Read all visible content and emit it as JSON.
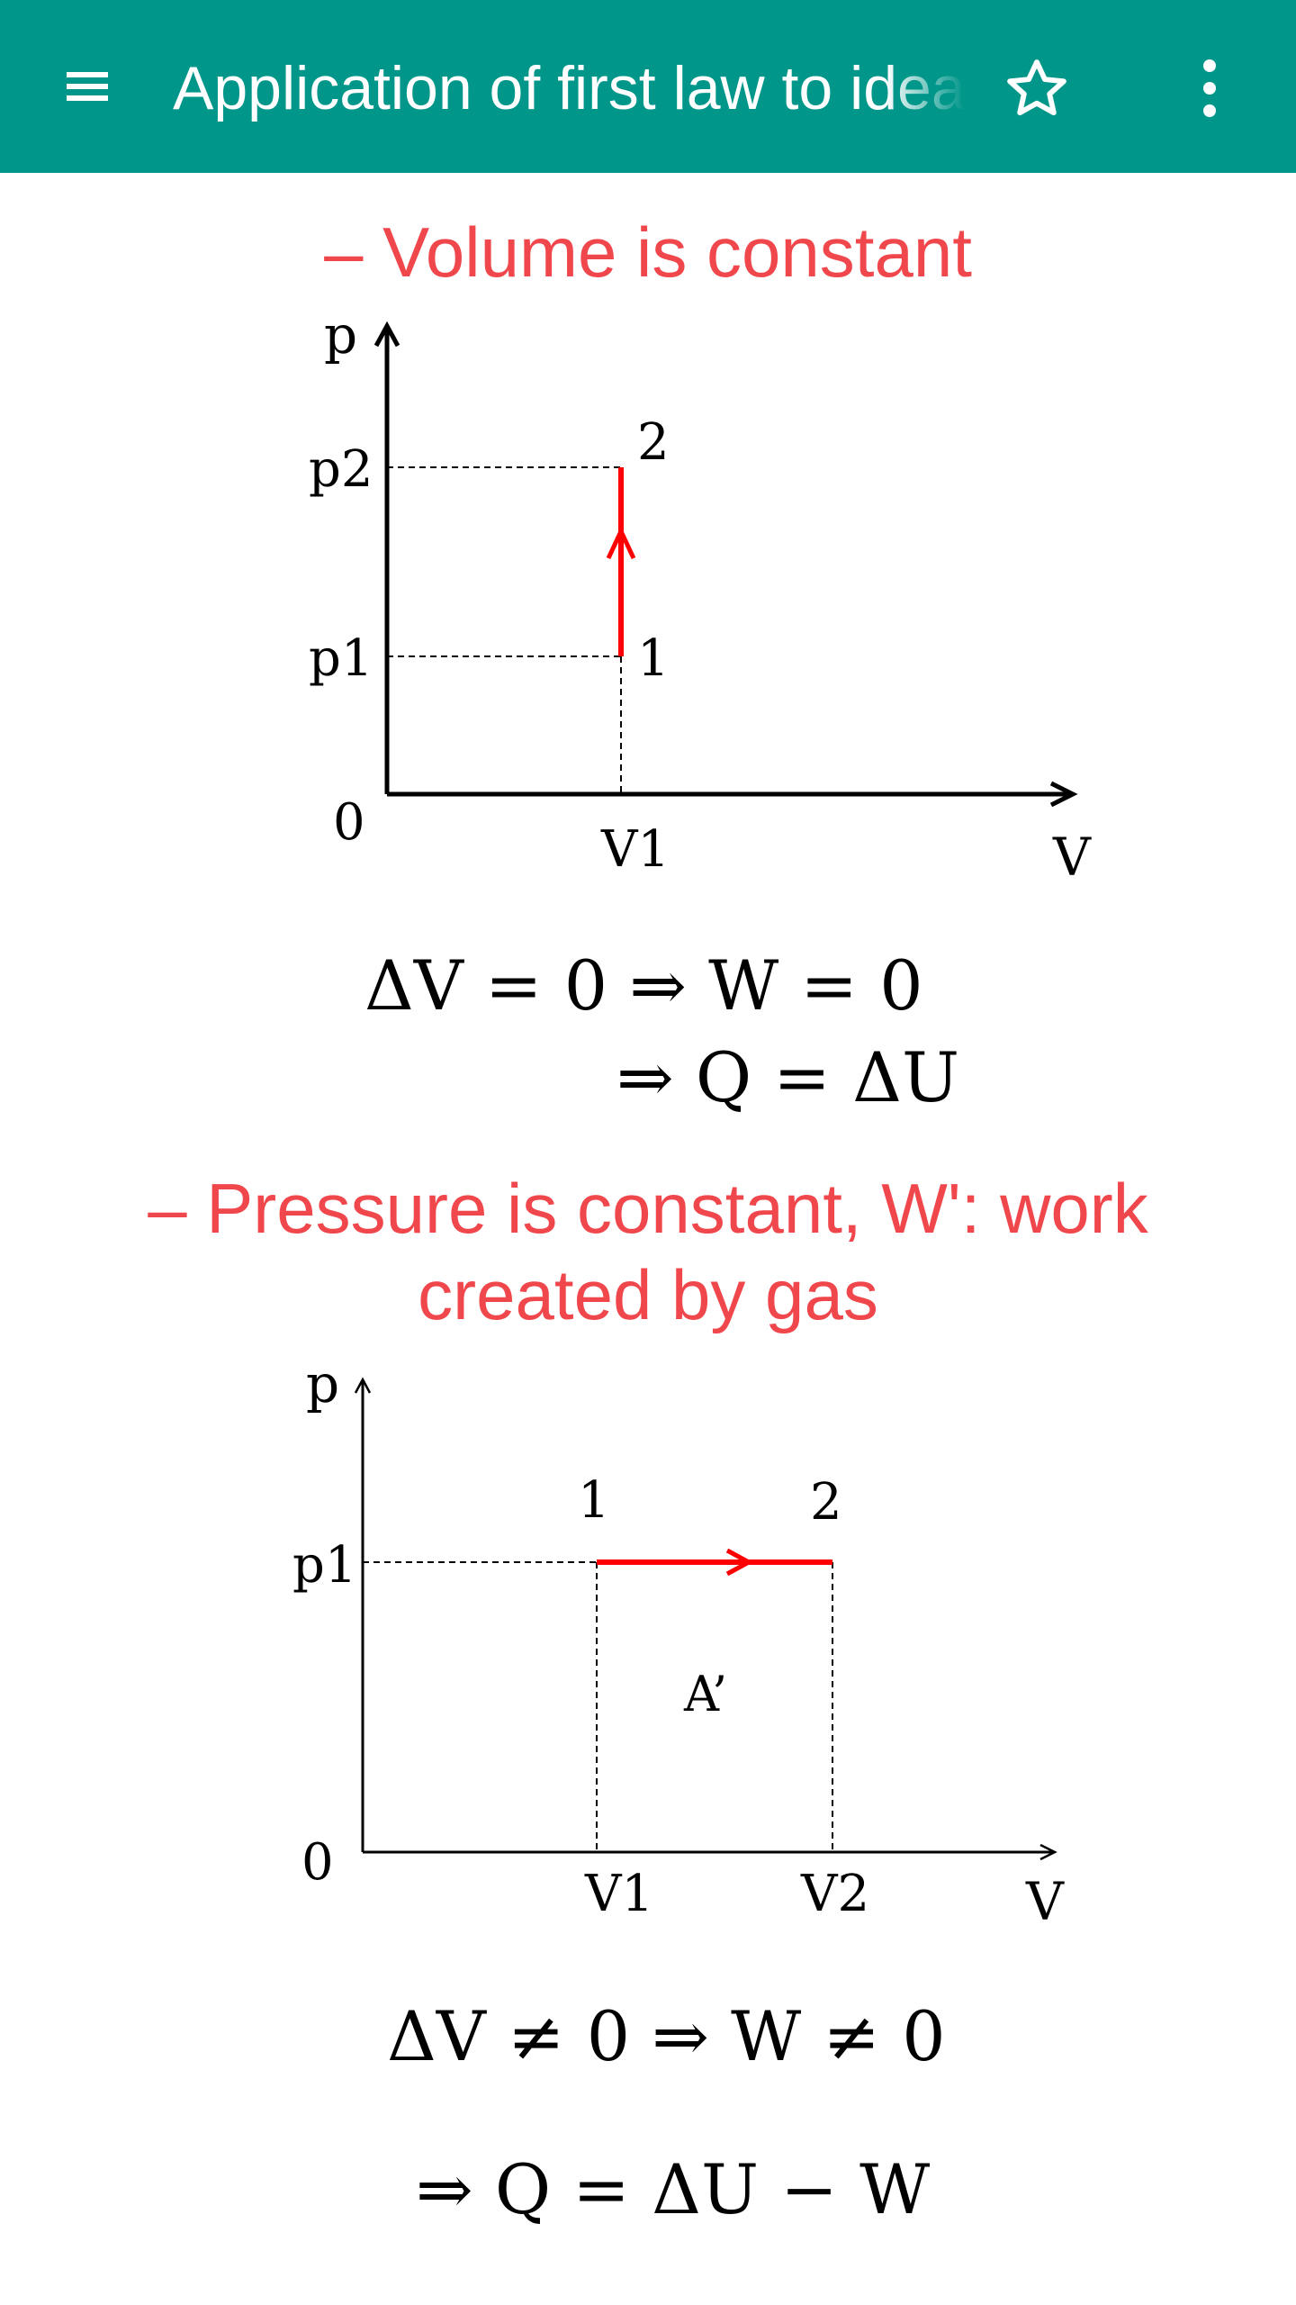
{
  "toolbar": {
    "title": "Application of first law to ideal gas",
    "menu_icon": "hamburger-menu-icon",
    "bookmark_icon": "star-outline-icon",
    "overflow_icon": "more-vert-icon",
    "background_color": "#00968A"
  },
  "sections": [
    {
      "heading": "– Volume is constant",
      "diagram": {
        "y_axis_label": "p",
        "x_axis_label": "V",
        "origin_label": "0",
        "pressure_labels": [
          "p2",
          "p1"
        ],
        "volume_labels": [
          "V1"
        ],
        "point_labels": [
          "2",
          "1"
        ]
      },
      "equations": [
        "ΔV = 0 ⇒ W = 0",
        "⇒ Q = ΔU"
      ]
    },
    {
      "heading": "– Pressure is constant, W': work created by gas",
      "diagram": {
        "y_axis_label": "p",
        "x_axis_label": "V",
        "origin_label": "0",
        "pressure_labels": [
          "p1"
        ],
        "volume_labels": [
          "V1",
          "V2"
        ],
        "point_labels": [
          "1",
          "2"
        ],
        "area_label": "A’"
      },
      "equations": [
        "ΔV ≠ 0 ⇒ W ≠ 0",
        "⇒ Q = ΔU − W"
      ]
    }
  ],
  "colors": {
    "heading_text": "#F0474C",
    "process_line": "#FF0000"
  }
}
